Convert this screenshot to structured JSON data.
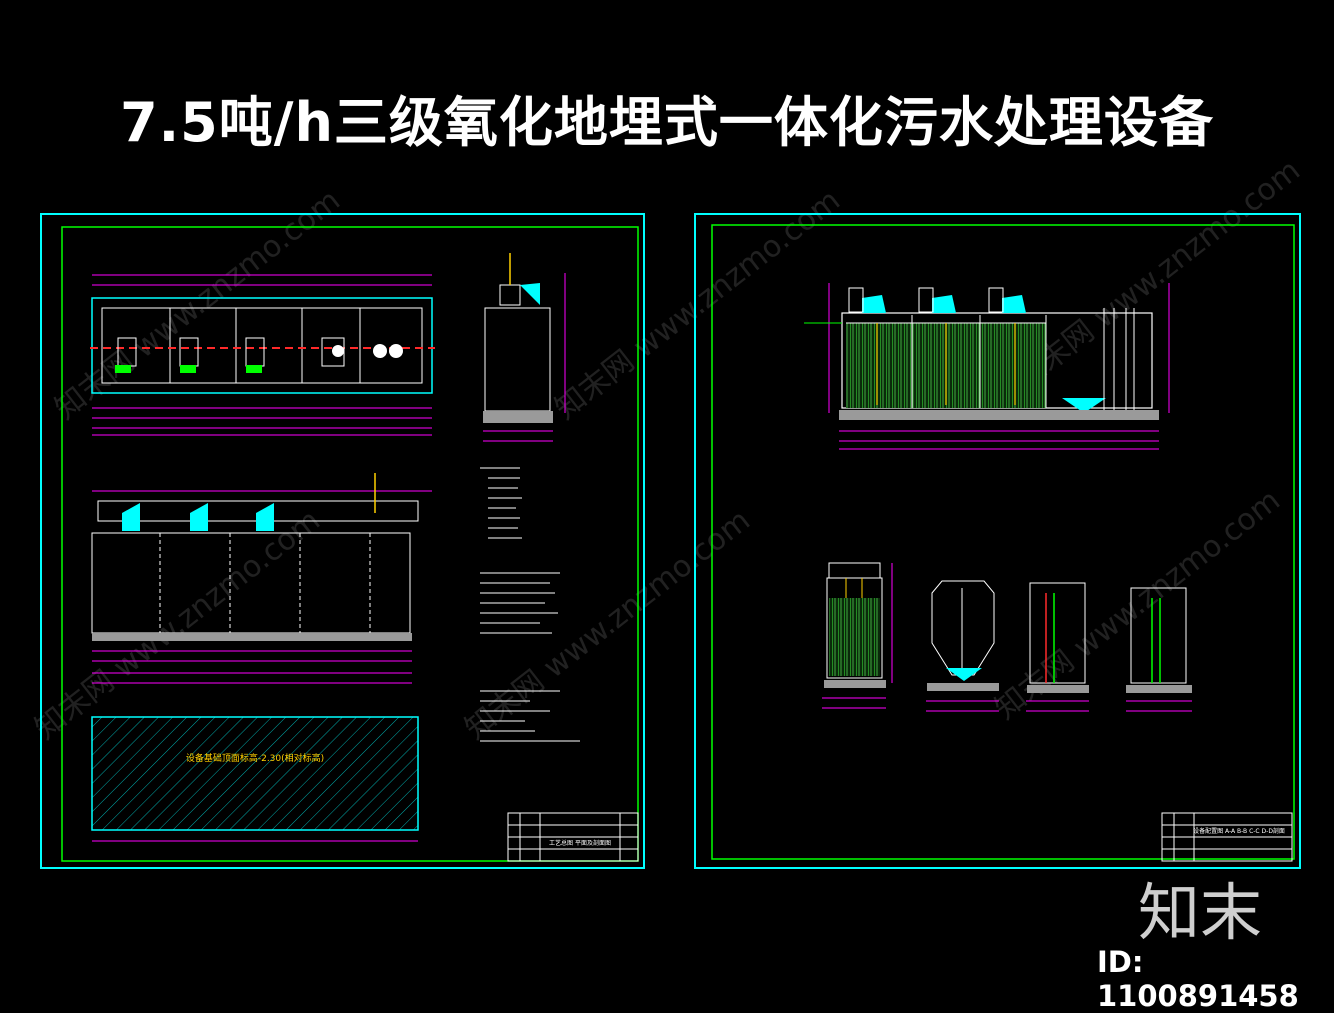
{
  "title": "7.5吨/h三级氧化地埋式一体化污水处理设备",
  "brand": "知末",
  "id_label": "ID: 1100891458",
  "watermark": "知末网 www.znzmo.com",
  "colors": {
    "background": "#000000",
    "frame": "#00ffff",
    "inner_frame": "#00ff00",
    "dimension": "#ff00ff",
    "label": "#00ff00",
    "accent_red": "#ff2a2a",
    "accent_yellow": "#ffd000"
  },
  "left_sheet": {
    "cover_label": "设备基础顶面标高-2.30(相对标高)",
    "title_block_label": "工艺总图 平面及剖面图"
  },
  "right_sheet": {
    "title_block_label": "设备配置图 A-A B-B C-C D-D剖面"
  }
}
